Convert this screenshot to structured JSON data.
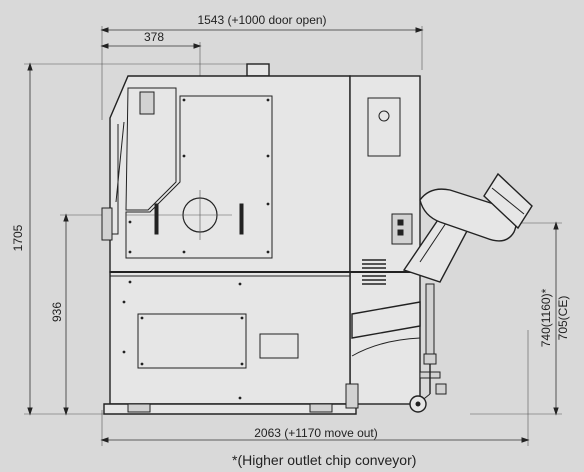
{
  "dimensions": {
    "overall_width_top": "1543 (+1000 door open)",
    "spindle_offset": "378",
    "overall_height": "1705",
    "spindle_center_height": "936",
    "overall_length_bottom": "2063 (+1170 move out)",
    "conveyor_outlet_height": "740(1160)*",
    "conveyor_outlet_height_ce": "705(CE)"
  },
  "caption": "*(Higher outlet chip conveyor)"
}
